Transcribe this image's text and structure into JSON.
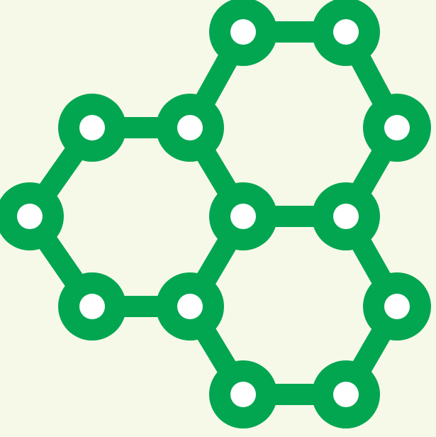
{
  "graphic": {
    "subject": "hexagon-lattice-icon",
    "background_color": "#f7f9e8",
    "primary_color": "#02a651",
    "hole_color": "#ffffff",
    "ring_count": 3,
    "node_count": 13,
    "bond_count": 15
  }
}
